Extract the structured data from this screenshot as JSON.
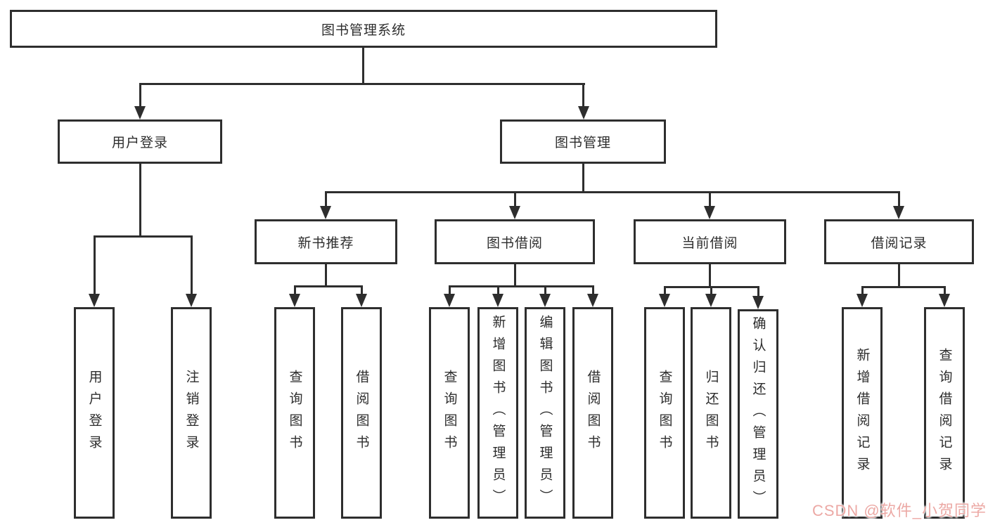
{
  "tree": {
    "root": "图书管理系统",
    "children": [
      {
        "label": "用户登录",
        "children": [
          "用户登录",
          "注销登录"
        ]
      },
      {
        "label": "图书管理",
        "children": [
          {
            "label": "新书推荐",
            "children": [
              "查询图书",
              "借阅图书"
            ]
          },
          {
            "label": "图书借阅",
            "children": [
              "查询图书",
              "新增图书（管理员）",
              "编辑图书（管理员）",
              "借阅图书"
            ]
          },
          {
            "label": "当前借阅",
            "children": [
              "查询图书",
              "归还图书",
              "确认归还（管理员）"
            ]
          },
          {
            "label": "借阅记录",
            "children": [
              "新增借阅记录",
              "查询借阅记录"
            ]
          }
        ]
      }
    ]
  },
  "watermark": {
    "text": "CSDN @软件_小贺同学",
    "color": "#eca9a5"
  },
  "colors": {
    "line": "#2e2e2e",
    "box_border": "#2e2e2e",
    "text": "#2d2d2d",
    "background": "#ffffff"
  }
}
